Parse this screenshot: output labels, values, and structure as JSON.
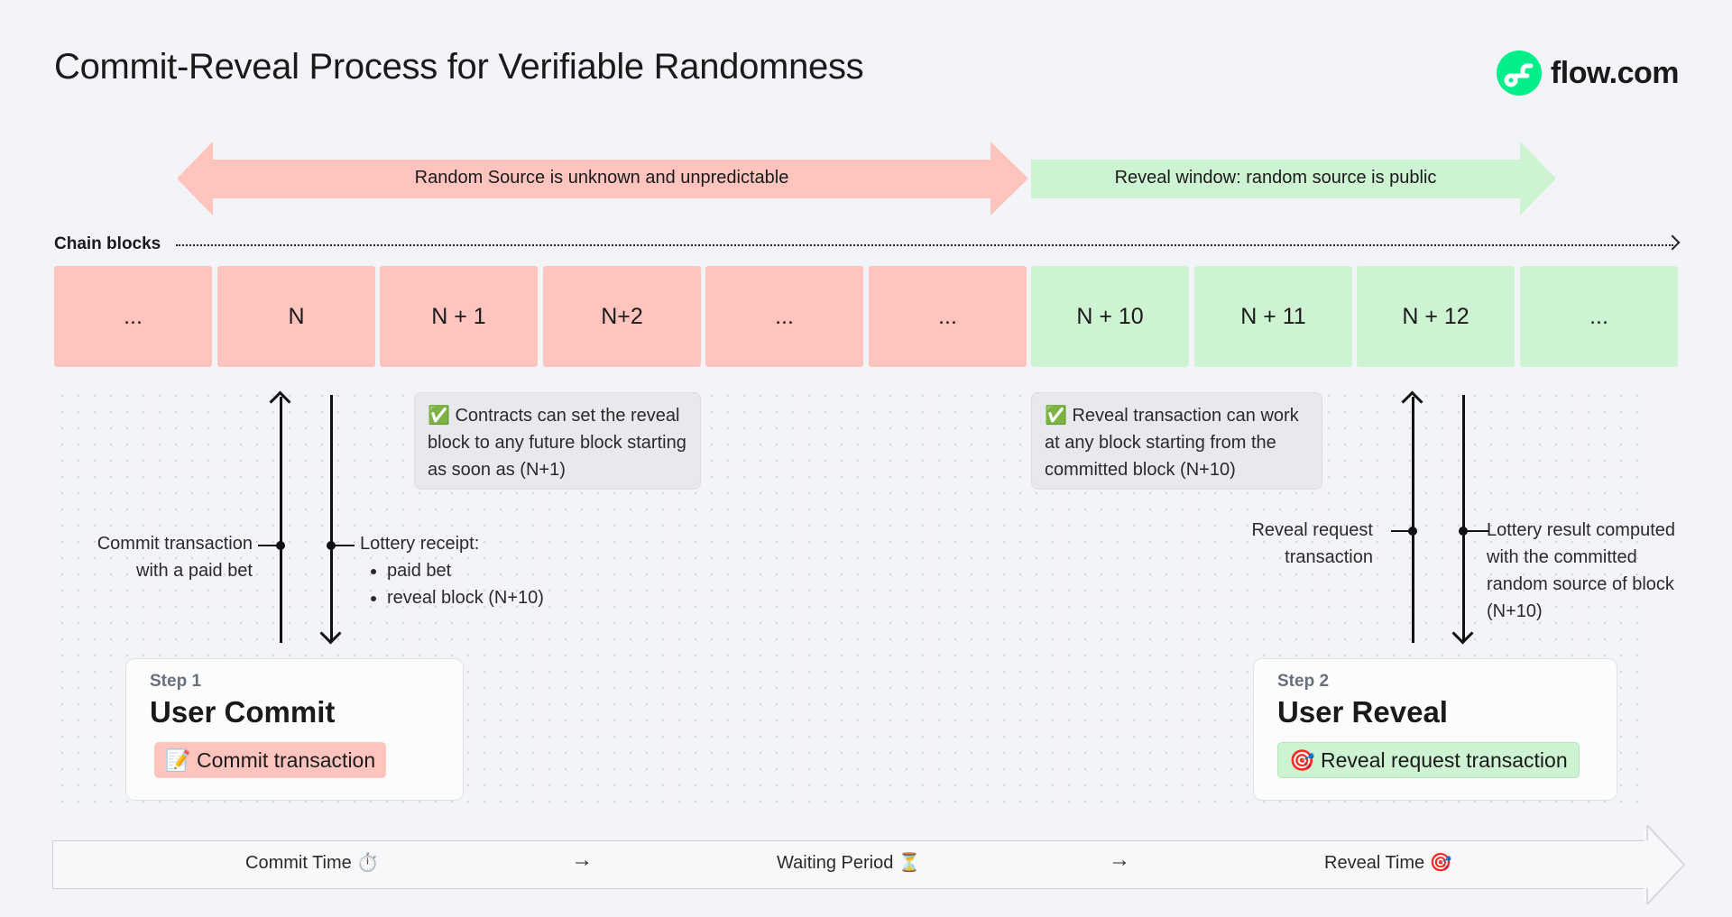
{
  "title": "Commit-Reveal Process for Verifiable Randomness",
  "brand": {
    "name": "flow.com",
    "icon": "flow-logo-icon",
    "color": "#00ef8b"
  },
  "colors": {
    "unknown": "#ffc4bd",
    "reveal": "#cdf3d2",
    "unknown_arrow": "#ffc4bd",
    "reveal_arrow": "#cdf3d2"
  },
  "phases": {
    "unknown": "Random Source is unknown and unpredictable",
    "reveal": "Reveal window: random source is public"
  },
  "chain": {
    "label": "Chain blocks",
    "blocks": [
      {
        "label": "...",
        "state": "unknown"
      },
      {
        "label": "N",
        "state": "unknown"
      },
      {
        "label": "N + 1",
        "state": "unknown"
      },
      {
        "label": "N+2",
        "state": "unknown"
      },
      {
        "label": "...",
        "state": "unknown"
      },
      {
        "label": "...",
        "state": "unknown"
      },
      {
        "label": "N + 10",
        "state": "reveal"
      },
      {
        "label": "N + 11",
        "state": "reveal"
      },
      {
        "label": "N + 12",
        "state": "reveal"
      },
      {
        "label": "...",
        "state": "reveal"
      }
    ]
  },
  "notes": {
    "contracts": "✅ Contracts can set the reveal block to any future block starting as soon as (N+1)",
    "reveal_tx": "✅ Reveal transaction can work at any block starting from the committed block (N+10)"
  },
  "flows": {
    "commit_tx": "Commit transaction with a paid bet",
    "receipt_title": "Lottery receipt:",
    "receipt_items": [
      "paid bet",
      "reveal block (N+10)"
    ],
    "reveal_request": "Reveal request transaction",
    "lottery_result": "Lottery result computed with the committed random source of block (N+10)"
  },
  "steps": [
    {
      "step": "Step 1",
      "title": "User Commit",
      "pill": "📝 Commit transaction"
    },
    {
      "step": "Step 2",
      "title": "User Reveal",
      "pill": "🎯 Reveal request transaction"
    }
  ],
  "timeline": {
    "commit": "Commit Time ⏱️",
    "arrow1": "→",
    "waiting": "Waiting Period ⏳",
    "arrow2": "→",
    "reveal": "Reveal Time 🎯"
  }
}
